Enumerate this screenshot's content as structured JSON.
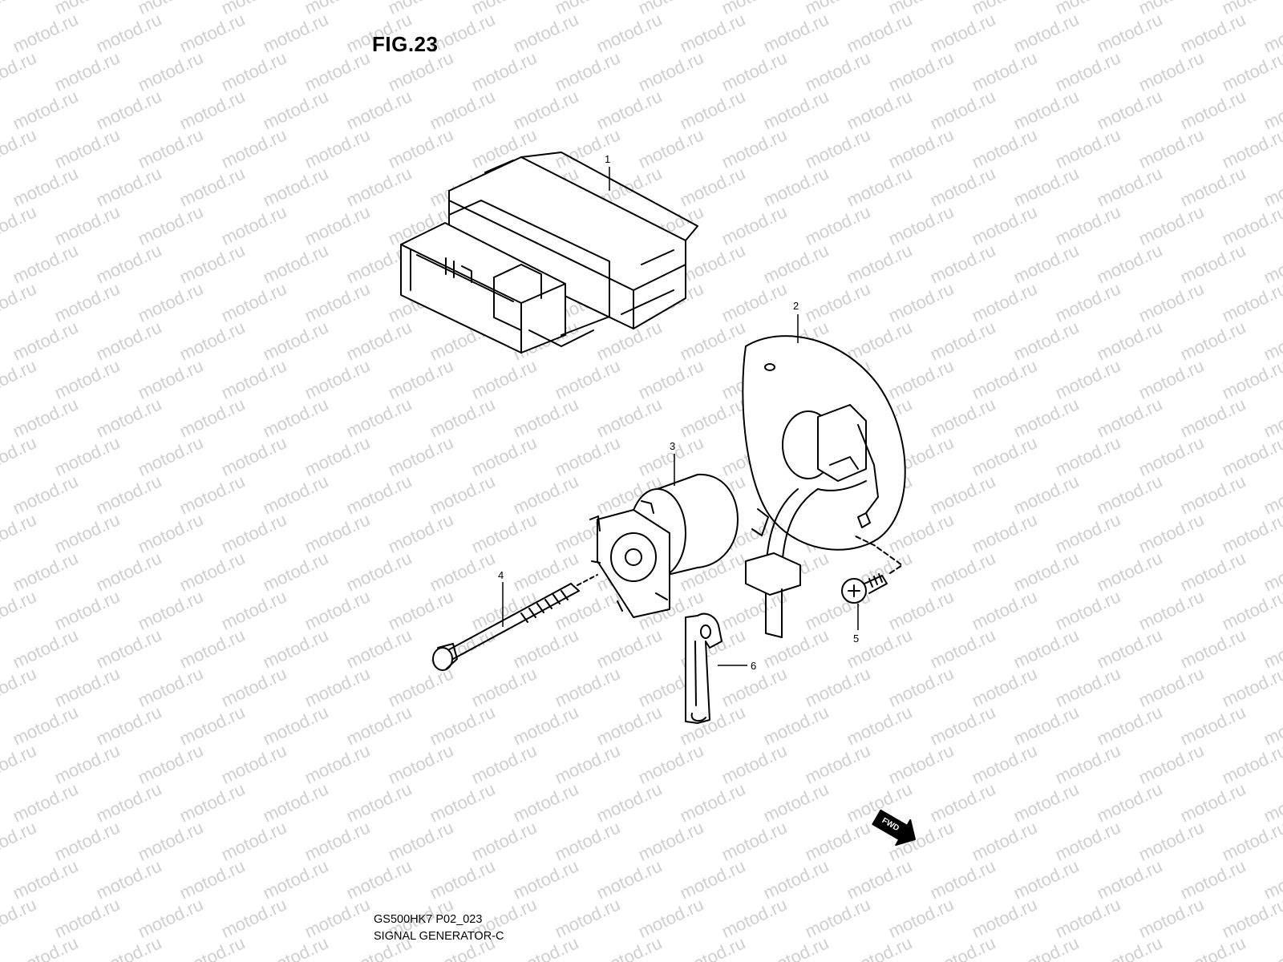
{
  "figure": {
    "title": "FIG.23",
    "model_code": "GS500HK7 P02_023",
    "section_name": "SIGNAL GENERATOR-C"
  },
  "watermark": {
    "text": "motod.ru",
    "color": "#cfcfcf"
  },
  "callouts": [
    {
      "id": "1",
      "label": "1"
    },
    {
      "id": "2",
      "label": "2"
    },
    {
      "id": "3",
      "label": "3"
    },
    {
      "id": "4",
      "label": "4"
    },
    {
      "id": "5",
      "label": "5"
    },
    {
      "id": "6",
      "label": "6"
    }
  ],
  "direction_marker": {
    "label": "FWD",
    "icon": "fwd-arrow-icon"
  }
}
